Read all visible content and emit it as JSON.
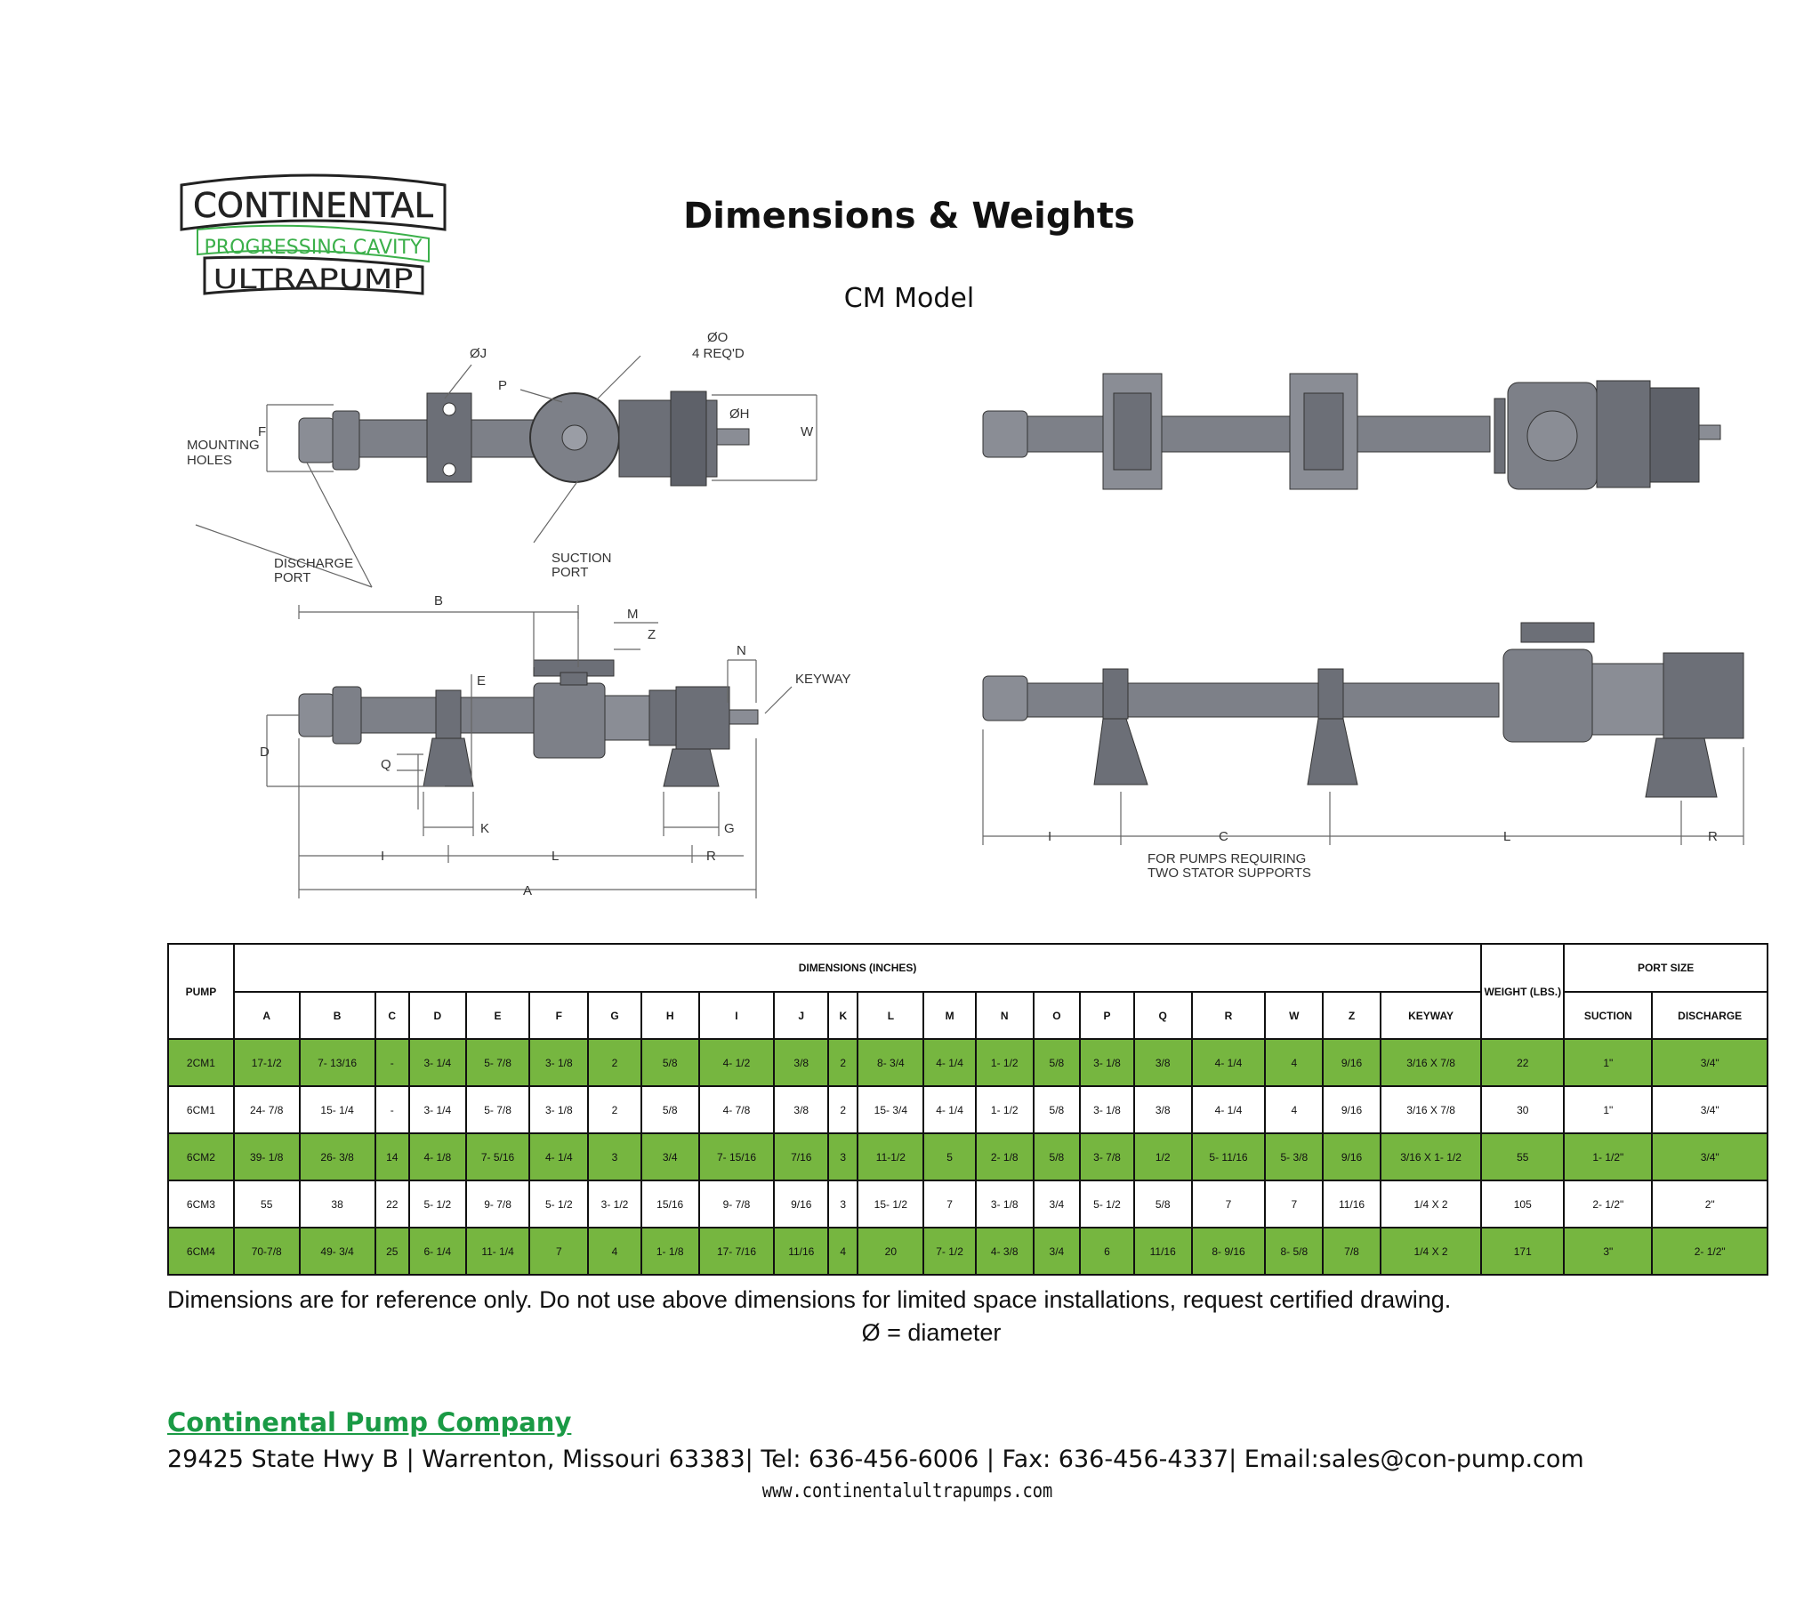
{
  "logo": {
    "line1": "CONTINENTAL",
    "line2": "PROGRESSING CAVITY",
    "line3": "ULTRAPUMP"
  },
  "header": {
    "title": "Dimensions & Weights",
    "subtitle": "CM Model"
  },
  "drawing_labels": {
    "dia_j": "ØJ",
    "dia_o": "ØO",
    "o_req": "4 REQ'D",
    "p": "P",
    "dia_h": "ØH",
    "w": "W",
    "f": "F",
    "mounting": "MOUNTING",
    "holes": "HOLES",
    "discharge": "DISCHARGE",
    "port": "PORT",
    "suction": "SUCTION",
    "b": "B",
    "m": "M",
    "z": "Z",
    "n": "N",
    "keyway": "KEYWAY",
    "e": "E",
    "d": "D",
    "q": "Q",
    "k": "K",
    "g": "G",
    "i": "I",
    "l": "L",
    "r": "R",
    "a": "A",
    "c": "C",
    "two_stator_1": "FOR PUMPS REQUIRING",
    "two_stator_2": "TWO STATOR SUPPORTS"
  },
  "table": {
    "pump_header": "PUMP",
    "dimensions_header": "DIMENSIONS (INCHES)",
    "weight_header": "WEIGHT (LBS.)",
    "port_header": "PORT SIZE",
    "dim_columns": [
      "A",
      "B",
      "C",
      "D",
      "E",
      "F",
      "G",
      "H",
      "I",
      "J",
      "K",
      "L",
      "M",
      "N",
      "O",
      "P",
      "Q",
      "R",
      "W",
      "Z",
      "KEYWAY"
    ],
    "port_columns": [
      "SUCTION",
      "DISCHARGE"
    ],
    "rows": [
      {
        "pump": "2CM1",
        "dims": [
          "17-1/2",
          "7- 13/16",
          "-",
          "3- 1/4",
          "5- 7/8",
          "3- 1/8",
          "2",
          "5/8",
          "4- 1/2",
          "3/8",
          "2",
          "8- 3/4",
          "4- 1/4",
          "1- 1/2",
          "5/8",
          "3- 1/8",
          "3/8",
          "4- 1/4",
          "4",
          "9/16",
          "3/16 X 7/8"
        ],
        "weight": "22",
        "suction": "1\"",
        "discharge": "3/4\""
      },
      {
        "pump": "6CM1",
        "dims": [
          "24- 7/8",
          "15- 1/4",
          "-",
          "3- 1/4",
          "5- 7/8",
          "3- 1/8",
          "2",
          "5/8",
          "4- 7/8",
          "3/8",
          "2",
          "15- 3/4",
          "4- 1/4",
          "1- 1/2",
          "5/8",
          "3- 1/8",
          "3/8",
          "4- 1/4",
          "4",
          "9/16",
          "3/16 X 7/8"
        ],
        "weight": "30",
        "suction": "1\"",
        "discharge": "3/4\""
      },
      {
        "pump": "6CM2",
        "dims": [
          "39- 1/8",
          "26- 3/8",
          "14",
          "4- 1/8",
          "7- 5/16",
          "4- 1/4",
          "3",
          "3/4",
          "7- 15/16",
          "7/16",
          "3",
          "11-1/2",
          "5",
          "2- 1/8",
          "5/8",
          "3- 7/8",
          "1/2",
          "5- 11/16",
          "5- 3/8",
          "9/16",
          "3/16 X 1- 1/2"
        ],
        "weight": "55",
        "suction": "1- 1/2\"",
        "discharge": "3/4\""
      },
      {
        "pump": "6CM3",
        "dims": [
          "55",
          "38",
          "22",
          "5- 1/2",
          "9- 7/8",
          "5- 1/2",
          "3- 1/2",
          "15/16",
          "9- 7/8",
          "9/16",
          "3",
          "15- 1/2",
          "7",
          "3- 1/8",
          "3/4",
          "5- 1/2",
          "5/8",
          "7",
          "7",
          "11/16",
          "1/4 X 2"
        ],
        "weight": "105",
        "suction": "2- 1/2\"",
        "discharge": "2\""
      },
      {
        "pump": "6CM4",
        "dims": [
          "70-7/8",
          "49- 3/4",
          "25",
          "6- 1/4",
          "11- 1/4",
          "7",
          "4",
          "1- 1/8",
          "17- 7/16",
          "11/16",
          "4",
          "20",
          "7- 1/2",
          "4- 3/8",
          "3/4",
          "6",
          "11/16",
          "8- 9/16",
          "8- 5/8",
          "7/8",
          "1/4 X 2"
        ],
        "weight": "171",
        "suction": "3\"",
        "discharge": "2- 1/2\""
      }
    ]
  },
  "notes": {
    "line1": "Dimensions are for reference only.  Do not use above dimensions for limited space installations, request certified drawing.",
    "line2": "Ø = diameter"
  },
  "footer": {
    "company": "Continental Pump Company",
    "address": "29425 State Hwy B | Warrenton, Missouri 63383| Tel: 636-456-6006 | Fax: 636-456-4337| Email:sales@con-pump.com",
    "website": "www.continentalultrapumps.com"
  },
  "colors": {
    "green_row": "#76b640",
    "company_green": "#1a9a45",
    "logo_green": "#3bb04a",
    "pump_gray": "#7d8088"
  }
}
